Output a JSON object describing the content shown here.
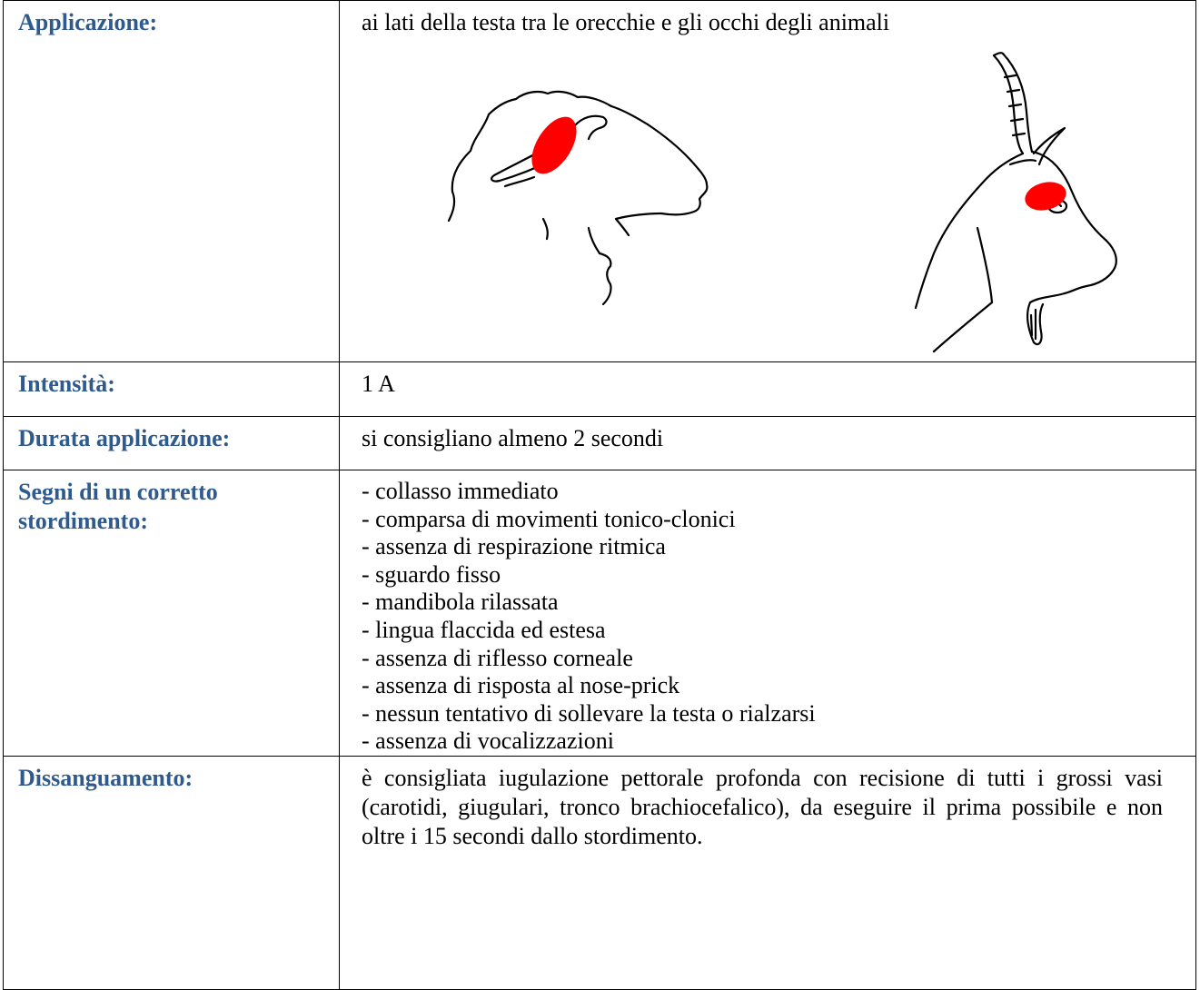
{
  "rows": {
    "applicazione": {
      "label": "Applicazione:",
      "value": "ai lati della testa tra le orecchie e gli occhi degli animali"
    },
    "intensita": {
      "label": "Intensità:",
      "value": "1  A"
    },
    "durata": {
      "label": "Durata applicazione:",
      "value": "si consigliano almeno 2 secondi"
    },
    "segni": {
      "label_line1": "Segni di un corretto",
      "label_line2": "stordimento:",
      "items": [
        "- collasso  immediato",
        "- comparsa di movimenti tonico-clonici",
        "- assenza di respirazione ritmica",
        "- sguardo fisso",
        "- mandibola rilassata",
        "- lingua flaccida ed estesa",
        "- assenza di riflesso corneale",
        "- assenza di risposta al nose-prick",
        "- nessun tentativo di sollevare la testa o rialzarsi",
        "- assenza di vocalizzazioni"
      ]
    },
    "dissanguamento": {
      "label": "Dissanguamento:",
      "value": "è consigliata iugulazione pettorale profonda con recisione di tutti i grossi vasi (carotidi, giugulari, tronco brachiocefalico), da eseguire il prima possibile e non oltre i 15 secondi dallo stordimento."
    }
  },
  "illustrations": {
    "sheep": "sheep-head-drawing",
    "goat": "goat-head-drawing",
    "marker_color": "#ff0000",
    "label_color": "#2E5A8E"
  }
}
